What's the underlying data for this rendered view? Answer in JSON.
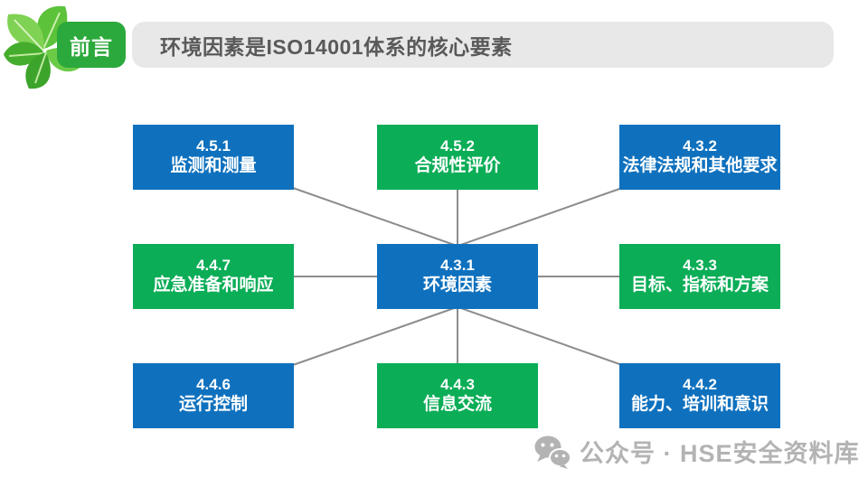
{
  "header": {
    "badge_label": "前言",
    "badge_color": "#2CA93C",
    "title": "环境因素是ISO14001体系的核心要素",
    "banner_color": "#E8E8E8",
    "title_color": "#595959",
    "decoration": "green-leaves-photo"
  },
  "diagram": {
    "type": "hub-and-spoke",
    "line_color": "#8C8C8C",
    "node_colors": {
      "blue": "#0F71BE",
      "green": "#0BAD57"
    },
    "center": {
      "code": "4.3.1",
      "label": "环境因素",
      "color": "blue"
    },
    "nodes": [
      {
        "code": "4.5.1",
        "label": "监测和测量",
        "color": "blue",
        "position": "top-left"
      },
      {
        "code": "4.5.2",
        "label": "合规性评价",
        "color": "green",
        "position": "top-center"
      },
      {
        "code": "4.3.2",
        "label": "法律法规和其他要求",
        "color": "blue",
        "position": "top-right"
      },
      {
        "code": "4.4.7",
        "label": "应急准备和响应",
        "color": "green",
        "position": "mid-left"
      },
      {
        "code": "4.3.3",
        "label": "目标、指标和方案",
        "color": "green",
        "position": "mid-right"
      },
      {
        "code": "4.4.6",
        "label": "运行控制",
        "color": "blue",
        "position": "bottom-left"
      },
      {
        "code": "4.4.3",
        "label": "信息交流",
        "color": "green",
        "position": "bottom-center"
      },
      {
        "code": "4.4.2",
        "label": "能力、培训和意识",
        "color": "blue",
        "position": "bottom-right"
      }
    ]
  },
  "watermark": {
    "icon": "wechat-icon",
    "text": "公众号 · HSE安全资料库",
    "color": "#B3B3B3"
  }
}
